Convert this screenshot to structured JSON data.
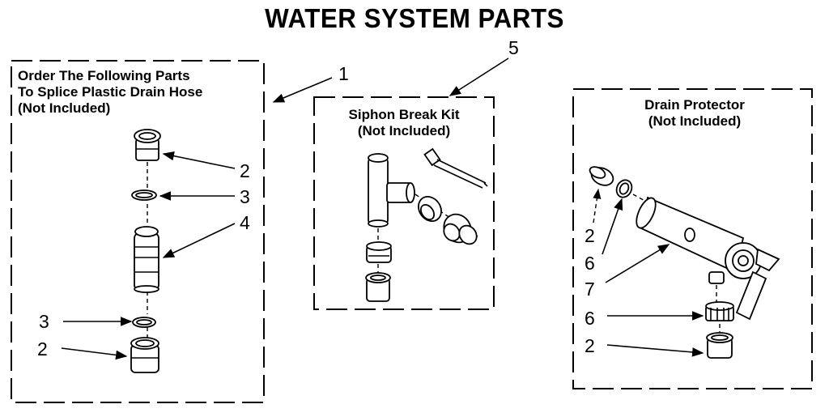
{
  "title": "WATER SYSTEM PARTS",
  "left_box": {
    "line1": "Order The Following Parts",
    "line2": "To Splice Plastic Drain Hose",
    "line3": "(Not Included)"
  },
  "middle_box": {
    "line1": "Siphon Break Kit",
    "line2": "(Not Included)"
  },
  "right_box": {
    "line1": "Drain Protector",
    "line2": "(Not Included)"
  },
  "callouts": {
    "c1": "1",
    "c2a": "2",
    "c3a": "3",
    "c4": "4",
    "c3b": "3",
    "c2b": "2",
    "c5": "5",
    "r2a": "2",
    "r6a": "6",
    "r7": "7",
    "r6b": "6",
    "r2b": "2"
  }
}
